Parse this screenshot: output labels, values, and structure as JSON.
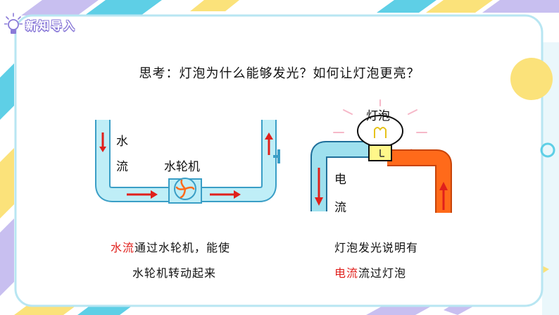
{
  "header": {
    "title": "新知导入"
  },
  "question": "思考：灯泡为什么能够发光？如何让灯泡更亮？",
  "water_diagram": {
    "label_water_1": "水",
    "label_water_2": "流",
    "label_turbine": "水轮机"
  },
  "circuit_diagram": {
    "label_bulb": "灯泡",
    "label_current_1": "电",
    "label_current_2": "流"
  },
  "captions": {
    "left_line1_red": "水流",
    "left_line1_rest": "通过水轮机，能使",
    "left_line2": "水轮机转动起来",
    "right_line1": "灯泡发光说明有",
    "right_line2_red": "电流",
    "right_line2_rest": "流过灯泡"
  },
  "colors": {
    "pipe_blue": "#9ee0ee",
    "pipe_orange": "#ff6a1a",
    "arrow_red": "#e0201c",
    "frame_border": "#b8e6f2",
    "accent_yellow": "#fbe27a",
    "accent_purple": "#c8bff0",
    "accent_cyan": "#5ecfe6"
  }
}
